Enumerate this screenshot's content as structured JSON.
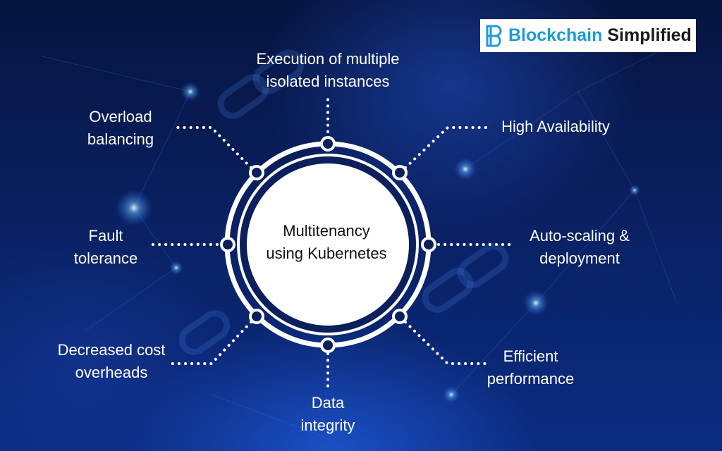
{
  "brand": {
    "word1": "Blockchain",
    "word2": "Simplified",
    "mark_color": "#1c9bd8",
    "icon": "blockchain-b-logo-icon"
  },
  "hub": {
    "line1": "Multitenancy",
    "line2": "using Kubernetes"
  },
  "features": {
    "top": {
      "line1": "Execution of multiple",
      "line2": "isolated instances"
    },
    "top_right": {
      "line1": "High Availability"
    },
    "right": {
      "line1": "Auto-scaling &",
      "line2": "deployment"
    },
    "bottom_right": {
      "line1": "Efficient",
      "line2": "performance"
    },
    "bottom": {
      "line1": "Data",
      "line2": "integrity"
    },
    "bottom_left": {
      "line1": "Decreased cost",
      "line2": "overheads"
    },
    "left": {
      "line1": "Fault",
      "line2": "tolerance"
    },
    "top_left": {
      "line1": "Overload",
      "line2": "balancing"
    }
  },
  "colors": {
    "background": "#0a2266",
    "ring": "#ffffff",
    "text": "#ffffff",
    "hub_text": "#111111"
  }
}
